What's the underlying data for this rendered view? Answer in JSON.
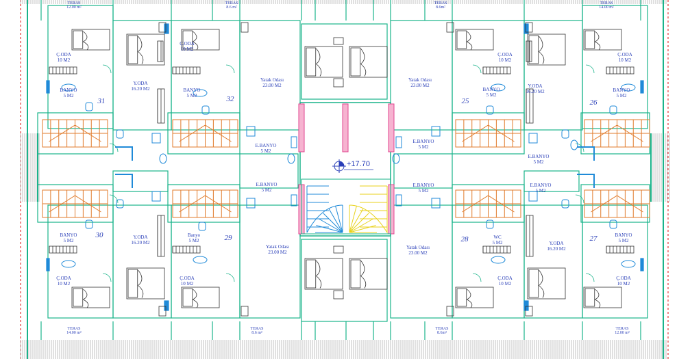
{
  "plan": {
    "elevation": "+17.70",
    "rooms": {
      "teras_tl": "TERAS",
      "teras_tl_area": "12.00 m²",
      "teras_tm": "TERAS",
      "teras_tm_area": "8.6 m²",
      "teras_tr1": "TERAS",
      "teras_tr1_area": "8.6m²",
      "teras_tr2": "TERAS",
      "teras_tr2_area": "14.00 m²",
      "teras_bl": "TERAS",
      "teras_bl_area": "14.00 m²",
      "teras_bm": "TERAS",
      "teras_bm_area": "8.6 m²",
      "teras_br1": "TERAS",
      "teras_br1_area": "8.6m²",
      "teras_br2": "TERAS",
      "teras_br2_area": "12.00 m²",
      "coda_1": "Ç.ODA",
      "coda_1_area": "10 M2",
      "coda_2": "Ç.ODA",
      "coda_2_area": "10 M2",
      "coda_3": "Ç.ODA",
      "coda_3_area": "10 M2",
      "coda_4": "Ç.ODA",
      "coda_4_area": "10 M2",
      "coda_5": "Ç.ODA",
      "coda_5_area": "10 M2",
      "coda_6": "Ç.ODA",
      "coda_6_area": "10 M2",
      "coda_7": "Ç.ODA",
      "coda_7_area": "10 M2",
      "coda_8": "Ç.ODA",
      "coda_8_area": "10 M2",
      "yoda_1": "Y.ODA",
      "yoda_1_area": "16.20 M2",
      "yoda_2": "Y.ODA",
      "yoda_2_area": "16.20 M2",
      "yoda_3": "Y.ODA",
      "yoda_3_area": "16.20 M2",
      "yoda_4": "Y.ODA",
      "yoda_4_area": "16.20 M2",
      "yatak_1": "Yatak Odası",
      "yatak_1_area": "23.00 M2",
      "yatak_2": "Yatak Odası",
      "yatak_2_area": "23.00 M2",
      "yatak_3": "Yatak Odası",
      "yatak_3_area": "23.00 M2",
      "yatak_4": "Yatak Odası",
      "yatak_4_area": "23.00 M2",
      "banyo_1": "BANYO",
      "banyo_1_area": "5 M2",
      "banyo_2": "BANYO",
      "banyo_2_area": "5 M2",
      "banyo_3": "BANYO",
      "banyo_3_area": "5 M2",
      "banyo_4": "BANYO",
      "banyo_4_area": "5 M2",
      "banyo_5": "BANYO",
      "banyo_5_area": "5 M2",
      "banyo_6": "Banyo",
      "banyo_6_area": "5 M2",
      "banyo_7": "BANYO",
      "banyo_7_area": "5 M2",
      "ebanyo_1": "E.BANYO",
      "ebanyo_1_area": "5 M2",
      "ebanyo_2": "E.BANYO",
      "ebanyo_2_area": "5 M2",
      "ebanyo_3": "E.BANYO",
      "ebanyo_3_area": "5 M2",
      "ebanyo_4": "E.BANYO",
      "ebanyo_4_area": "5 M2",
      "ebanyo_5": "E.BANYO",
      "ebanyo_5_area": "5 M2",
      "ebanyo_6": "E.BANYO",
      "ebanyo_6_area": "5 M2",
      "wc": "WC",
      "wc_area": "5 M2"
    },
    "units": [
      "31",
      "32",
      "25",
      "26",
      "30",
      "29",
      "28",
      "27"
    ]
  },
  "colors": {
    "walls": "#19b38a",
    "hatch": "#9a9a9a",
    "stairs": "#e07a2a",
    "stair_yellow": "#e8d21a",
    "text": "#2a3fb8",
    "shaft": "#e0458f",
    "fixtures": "#1f8ad8",
    "dimension": "#e01010"
  }
}
